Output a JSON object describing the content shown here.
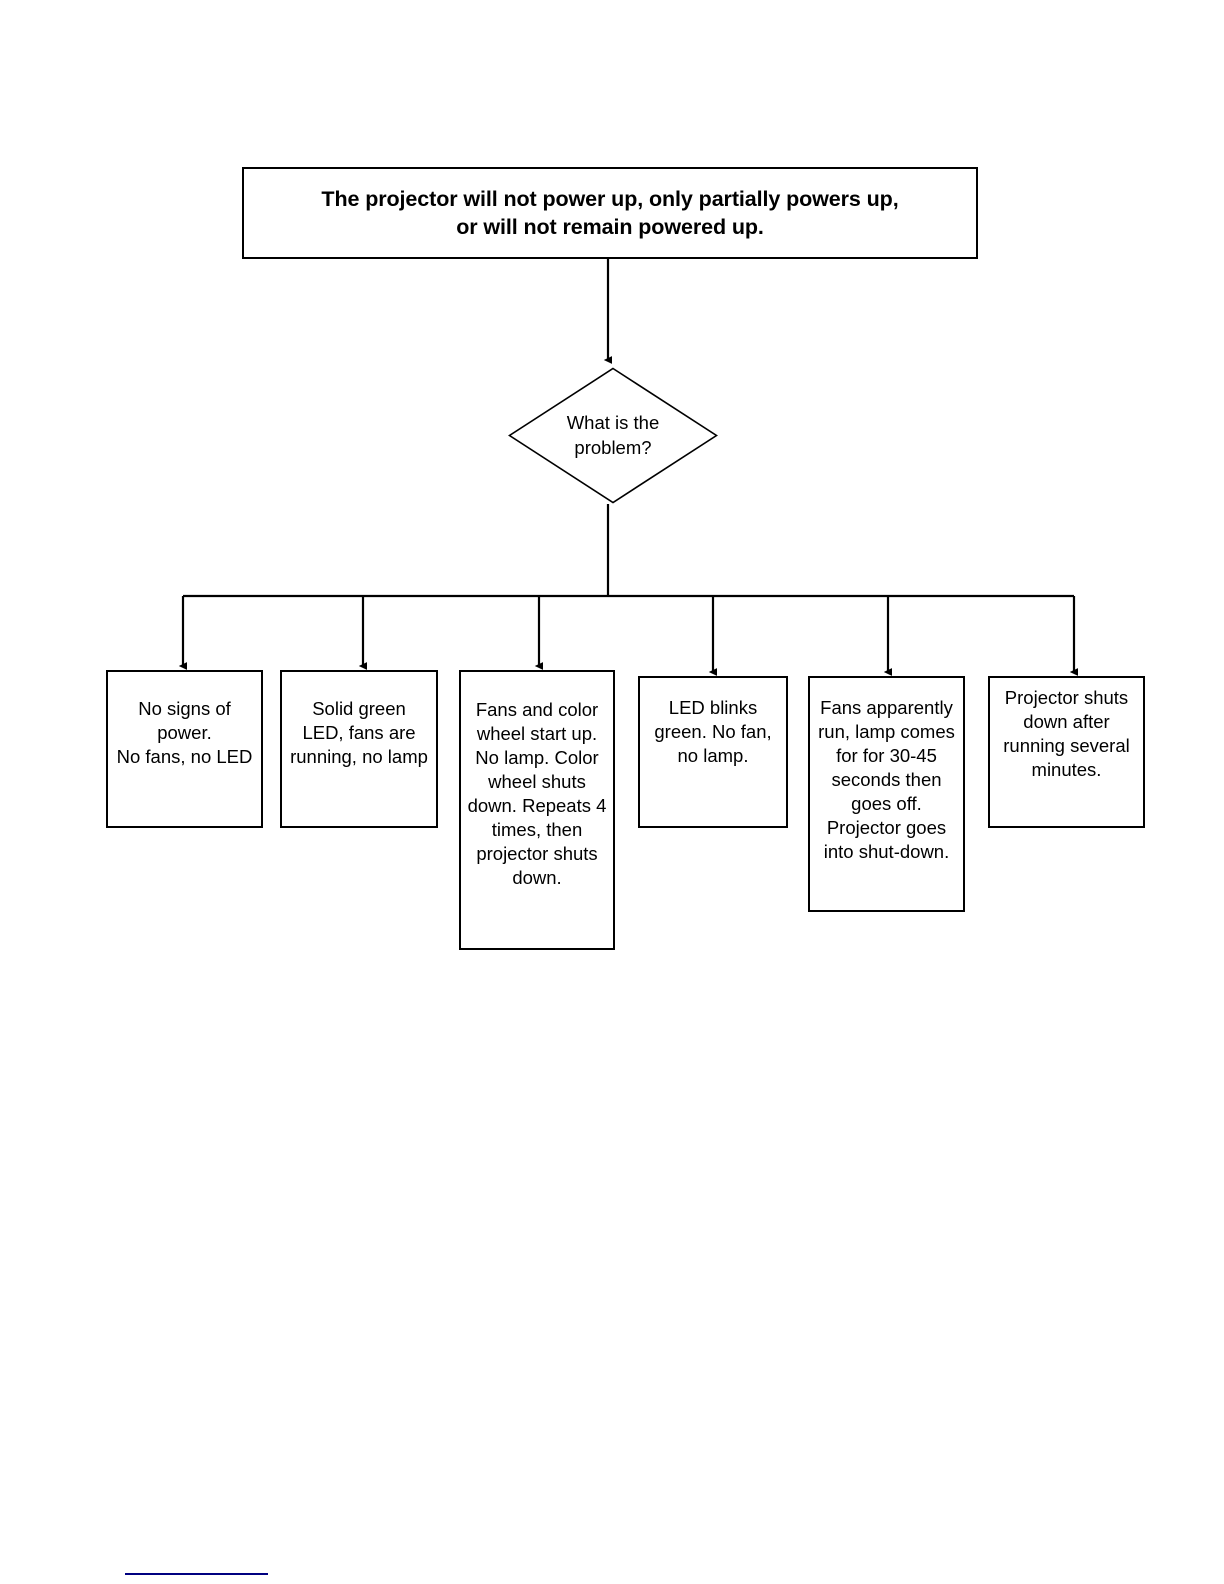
{
  "document": {
    "type": "flowchart",
    "title_box": {
      "text": "The projector will not power up, only partially powers up,\nor will not remain powered up."
    },
    "decision": {
      "text": "What is the\nproblem?"
    },
    "branches": [
      {
        "id": "no-signs-of-power",
        "text": "No signs of\npower.\nNo fans, no LED"
      },
      {
        "id": "solid-green-led",
        "text": "Solid green\nLED, fans are\nrunning, no lamp"
      },
      {
        "id": "fans-color-wheel",
        "text": "Fans and color\nwheel start up.\nNo lamp. Color\nwheel shuts\ndown. Repeats 4\ntimes, then\nprojector shuts\ndown."
      },
      {
        "id": "led-blinks-green",
        "text": "LED blinks\ngreen. No fan,\nno lamp."
      },
      {
        "id": "fans-run-lamp-off",
        "text": "Fans apparently\nrun, lamp comes\nfor for 30-45\nseconds then\ngoes off.\nProjector goes\ninto shut-down."
      },
      {
        "id": "shuts-down-later",
        "text": "Projector shuts\ndown after\nrunning several\nminutes."
      }
    ],
    "colors": {
      "line": "#000000",
      "box_border": "#000000",
      "background": "#ffffff",
      "footnote_rule": "#000080"
    }
  }
}
